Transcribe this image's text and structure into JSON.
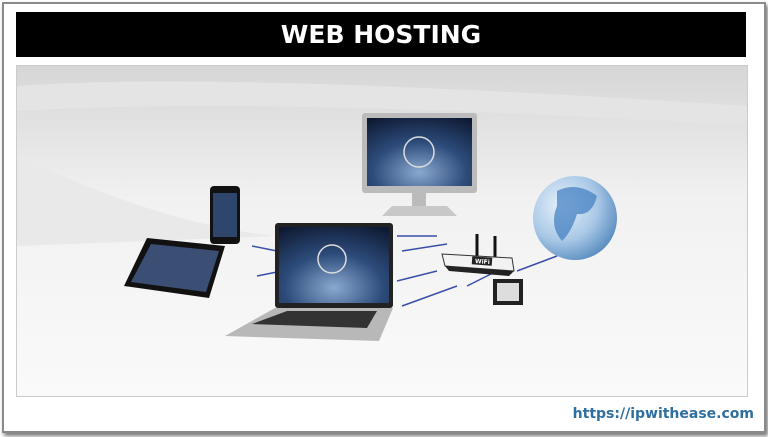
{
  "header": {
    "title": "WEB HOSTING"
  },
  "illustration": {
    "subject": [
      "monitor",
      "laptop",
      "tablet",
      "smartphone",
      "wifi-router",
      "external-drive",
      "globe"
    ],
    "router_label": "WiFi"
  },
  "footer": {
    "url": "https://ipwithease.com"
  },
  "colors": {
    "title_bg": "#000000",
    "title_text": "#ffffff",
    "url": "#2f6f9f",
    "network_lines": "#3a4fa8"
  }
}
